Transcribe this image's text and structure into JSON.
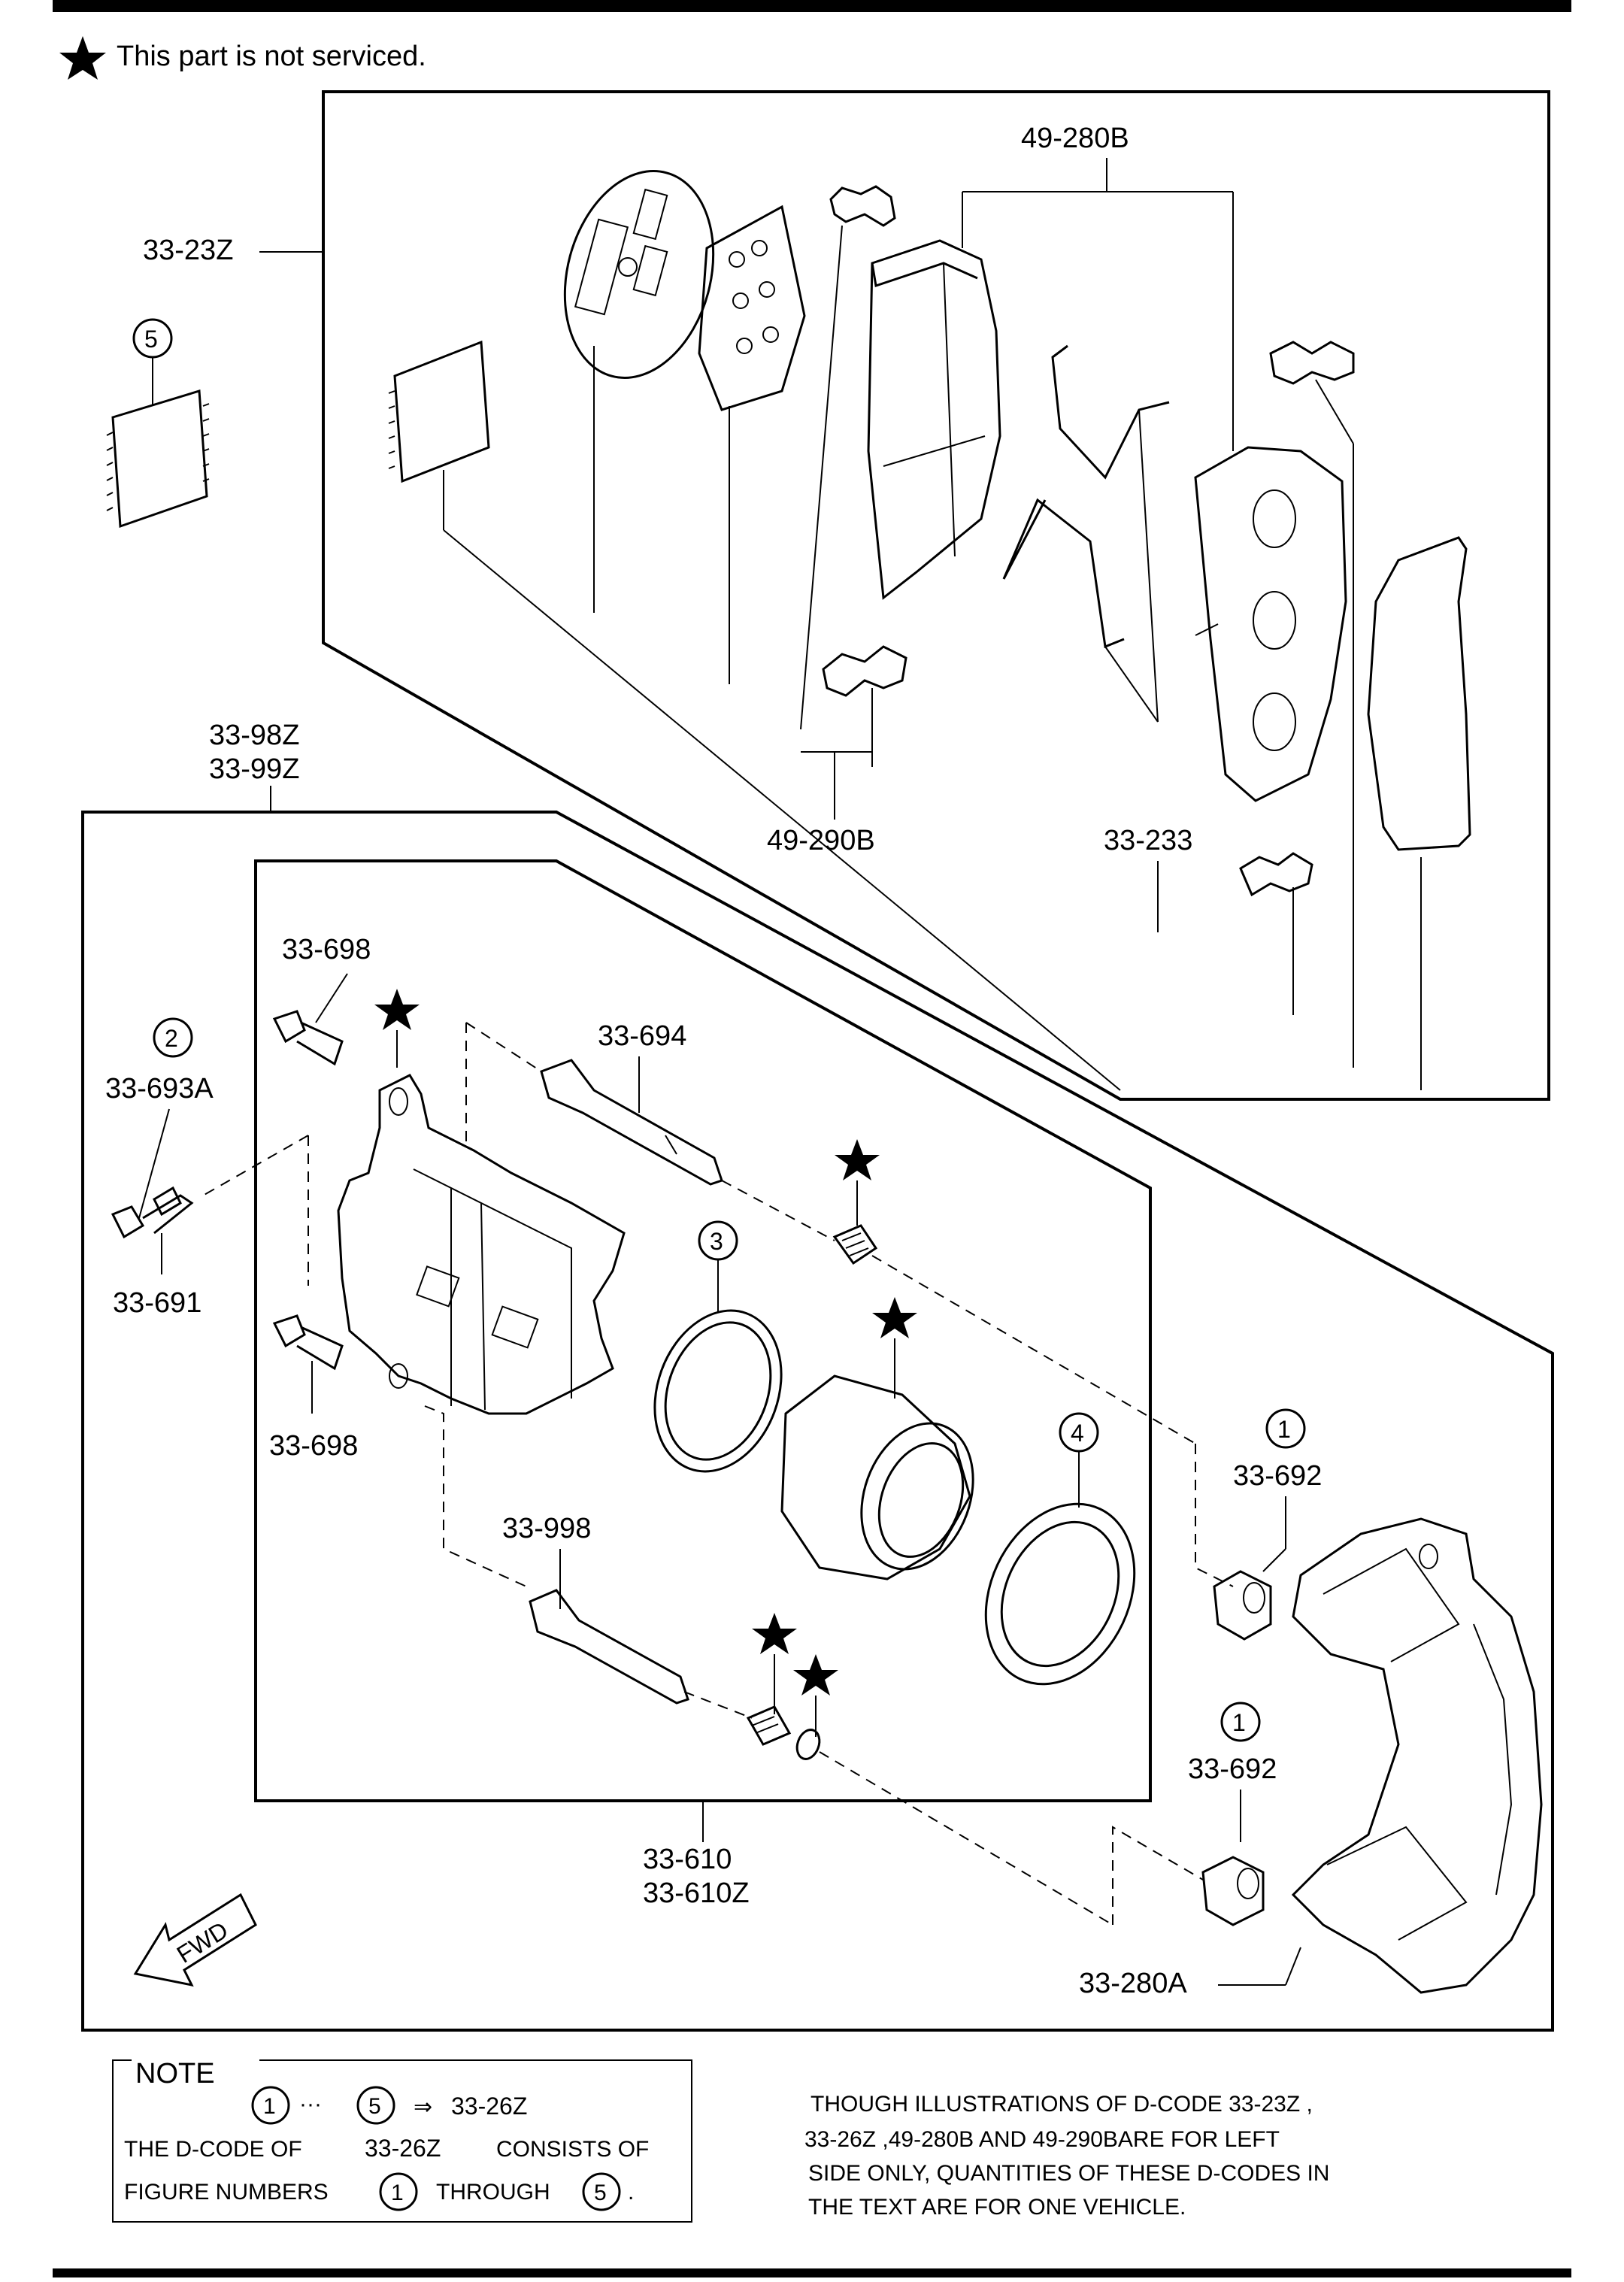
{
  "header": {
    "legend_text": "This part is not serviced."
  },
  "callouts": {
    "c_33_23z": "33-23Z",
    "c_49_280b": "49-280B",
    "c_49_290b": "49-290B",
    "c_33_233": "33-233",
    "c_33_98z": "33-98Z",
    "c_33_99z": "33-99Z",
    "c_33_698_top": "33-698",
    "c_33_694": "33-694",
    "c_33_693a": "33-693A",
    "c_33_691": "33-691",
    "c_33_698_bot": "33-698",
    "c_33_998": "33-998",
    "c_33_692_a": "33-692",
    "c_33_692_b": "33-692",
    "c_33_610": "33-610",
    "c_33_610z": "33-610Z",
    "c_33_280a": "33-280A",
    "fwd": "FWD"
  },
  "figure_numbers": {
    "n1a": "1",
    "n1b": "1",
    "n2": "2",
    "n3": "3",
    "n4": "4",
    "n5": "5"
  },
  "note": {
    "title": "NOTE",
    "range_start": "1",
    "range_sep": "···",
    "range_end": "5",
    "arrow": "⇒",
    "range_code": "33-26Z",
    "line2_a": "THE D-CODE OF",
    "line2_b": "33-26Z",
    "line2_c": "CONSISTS OF",
    "line3_a": "FIGURE NUMBERS",
    "line3_num1": "1",
    "line3_b": "THROUGH",
    "line3_num2": "5",
    "line3_end": "."
  },
  "remark": {
    "line1": "THOUGH ILLUSTRATIONS OF D-CODE 33-23Z ,",
    "line2": "33-26Z ,49-280B AND 49-290BARE FOR LEFT",
    "line3": "SIDE ONLY, QUANTITIES OF THESE D-CODES IN",
    "line4": "THE TEXT ARE FOR ONE VEHICLE."
  },
  "icons": {
    "star": "star-icon",
    "fwd_arrow": "fwd-arrow-icon"
  }
}
